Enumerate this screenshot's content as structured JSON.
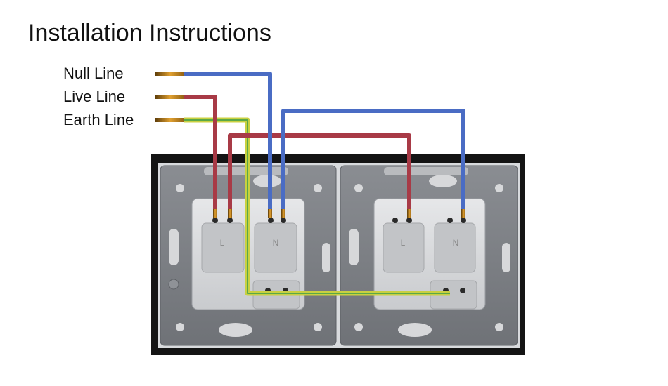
{
  "title": "Installation Instructions",
  "legend": {
    "null_line": "Null Line",
    "live_line": "Live Line",
    "earth_line": "Earth Line"
  },
  "terminals": {
    "left_live": "L",
    "left_neutral": "N",
    "right_live": "L",
    "right_neutral": "N"
  },
  "colors": {
    "null_wire": "#4a6cc4",
    "live_wire": "#a83a46",
    "earth_wire": "#c8d040",
    "earth_stripe": "#5aa848",
    "plate": "#7d8085",
    "frame": "#141414"
  }
}
